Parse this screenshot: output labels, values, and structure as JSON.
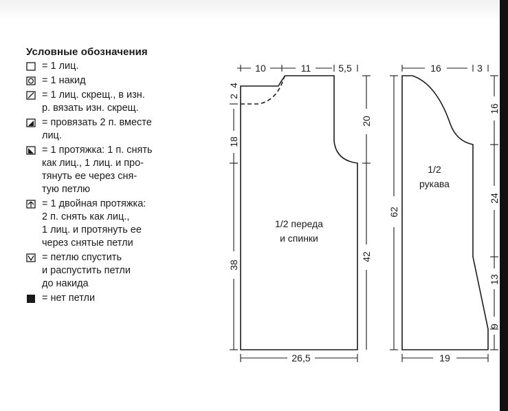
{
  "legend": {
    "title": "Условные обозначения",
    "items": [
      {
        "symbol": "empty-square-icon",
        "text": "= 1 лиц."
      },
      {
        "symbol": "circle-in-square-icon",
        "text": "= 1 накид"
      },
      {
        "symbol": "slash-in-square-icon",
        "text": "= 1 лиц. скрещ., в изн.\nр. вязать изн. скрещ."
      },
      {
        "symbol": "right-decrease-icon",
        "text": "= провязать 2 п. вместе\nлиц."
      },
      {
        "symbol": "left-decrease-icon",
        "text": "= 1 протяжка: 1 п. снять\nкак лиц., 1 лиц. и про-\nтянуть ее через сня-\nтую петлю"
      },
      {
        "symbol": "double-decrease-icon",
        "text": "= 1 двойная протяжка:\n2 п. снять как лиц.,\n1 лиц. и протянуть ее\nчерез снятые петли"
      },
      {
        "symbol": "drop-stitch-icon",
        "text": "= петлю спустить\nи распустить петли\nдо накида"
      },
      {
        "symbol": "no-stitch-icon",
        "text": "= нет петли"
      }
    ]
  },
  "front_back": {
    "label_line1": "1/2 переда",
    "label_line2": "и спинки",
    "dim_neck_width": "10",
    "dim_shoulder_width": "11",
    "dim_armhole_width": "5,5",
    "dim_neck_drop_1": "4",
    "dim_neck_drop_2": "2",
    "dim_upper_left": "18",
    "dim_lower_left": "38",
    "dim_armhole_height": "20",
    "dim_side_height": "42",
    "dim_bottom_width": "26,5"
  },
  "sleeve": {
    "label_line1": "1/2",
    "label_line2": "рукава",
    "dim_cap_width": "16",
    "dim_cap_edge": "3",
    "dim_total_height": "62",
    "dim_cap_height": "16",
    "dim_section_24": "24",
    "dim_section_13": "13",
    "dim_section_9": "9",
    "dim_bottom_width": "19"
  },
  "colors": {
    "ink": "#1a1a1a",
    "right_bar": "#111111"
  }
}
